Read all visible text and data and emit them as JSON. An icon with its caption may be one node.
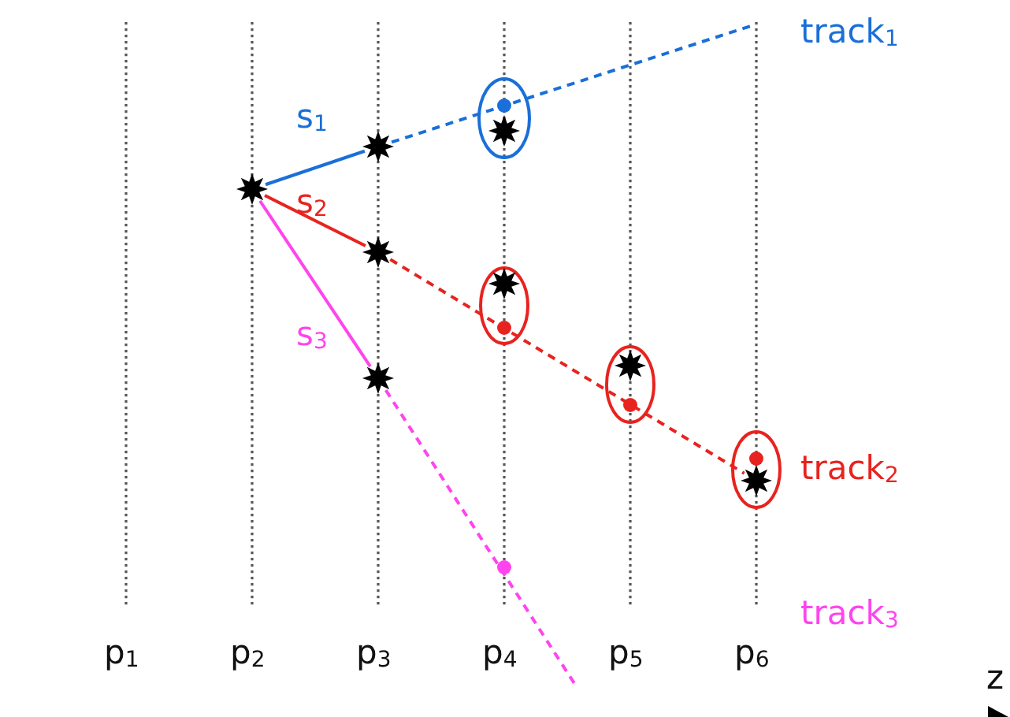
{
  "diagram": {
    "nodes": [
      {
        "text": [],
        "shape": "star"
      },
      {
        "text": [],
        "shape": "star"
      },
      {
        "text": [],
        "shape": "star"
      },
      {
        "text": [],
        "shape": "star"
      },
      {
        "text": [],
        "shape": "star"
      },
      {
        "text": [],
        "shape": "star"
      },
      {
        "text": [],
        "shape": "star"
      },
      {
        "text": [],
        "shape": "star"
      }
    ],
    "edges": [
      {
        "from": 0,
        "to": 1,
        "arrow": "none",
        "label": "s$_{1}$",
        "color": "#1a6fd8"
      },
      {
        "from": 0,
        "to": 2,
        "arrow": "none",
        "label": "s$_{2}$",
        "color": "#e8231f"
      },
      {
        "from": 0,
        "to": 3,
        "arrow": "none",
        "label": "s$_{3}$",
        "color": "#ff44ee"
      },
      {
        "from": 1,
        "to": null,
        "arrow": "none",
        "style": "dashed",
        "color": "#1a6fd8"
      },
      {
        "from": 2,
        "to": 7,
        "arrow": "none",
        "style": "dashed",
        "color": "#e8231f"
      },
      {
        "from": 3,
        "to": null,
        "arrow": "none",
        "style": "dashed",
        "color": "#ff44ee"
      }
    ],
    "labels": [
      "track$_{1}$",
      "track$_{2}$",
      "track$_{3}$",
      "p$_{1}$",
      "p$_{2}$",
      "p$_{3}$",
      "p$_{4}$",
      "p$_{5}$",
      "p$_{6}$",
      "z"
    ]
  }
}
